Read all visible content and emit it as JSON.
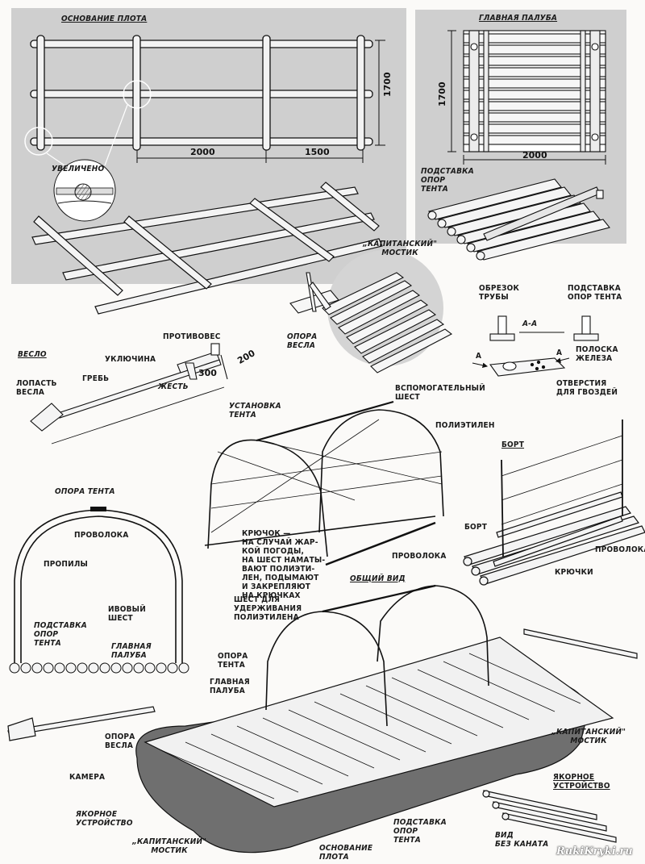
{
  "panels": {
    "base": {
      "title": "ОСНОВАНИЕ ПЛОТА",
      "dim_width": "1700",
      "dim_a": "2000",
      "dim_b": "1500",
      "zoom": "УВЕЛИЧЕНО"
    },
    "deck": {
      "title": "ГЛАВНАЯ ПАЛУБА",
      "dim_height": "1700",
      "dim_width": "2000",
      "support": "ПОДСТАВКА\nОПОР\nТЕНТА"
    },
    "bridge": {
      "title": "„КАПИТАНСКИЙ\"\nМОСТИК",
      "oar_support": "ОПОРА\nВЕСЛА"
    },
    "pipe": {
      "cut": "ОБРЕЗОК\nТРУБЫ",
      "section": "А-А",
      "support": "ПОДСТАВКА\nОПОР ТЕНТА",
      "strip": "ПОЛОСКА\nЖЕЛЕЗА",
      "holes": "ОТВЕРСТИЯ\nДЛЯ ГВОЗДЕЙ",
      "arrow_a": "А"
    },
    "oar": {
      "title": "ВЕСЛО",
      "counterweight": "ПРОТИВОВЕС",
      "oarlock": "УКЛЮЧИНА",
      "tin": "ЖЕСТЬ",
      "shaft": "ГРЕБЬ",
      "blade": "ЛОПАСТЬ\nВЕСЛА",
      "dim_300": "300",
      "dim_200": "200"
    },
    "tent": {
      "title": "УСТАНОВКА\nТЕНТА",
      "pole": "ВСПОМОГАТЕЛЬНЫЙ\nШЕСТ",
      "poly": "ПОЛИЭТИЛЕН",
      "hook": "КРЮЧОК —\nНА СЛУЧАЙ ЖАР-\nКОЙ ПОГОДЫ,\nНА ШЕСТ НАМАТЫ-\nВАЮТ ПОЛИЭТИ-\nЛЕН, ПОДЫМАЮТ\nИ ЗАКРЕПЛЯЮТ\nНА КРЮЧКАХ",
      "wire": "ПРОВОЛОКА"
    },
    "side": {
      "title": "БОРТ",
      "board": "БОРТ",
      "wire": "ПРОВОЛОКА",
      "hooks": "КРЮЧКИ"
    },
    "arch": {
      "title": "ОПОРА ТЕНТА",
      "wire": "ПРОВОЛОКА",
      "cuts": "ПРОПИЛЫ",
      "willow": "ИВОВЫЙ\nШЕСТ",
      "support": "ПОДСТАВКА\nОПОР\nТЕНТА",
      "deck": "ГЛАВНАЯ\nПАЛУБА"
    },
    "general": {
      "title": "ОБЩИЙ ВИД",
      "holder": "ШЕСТ ДЛЯ\nУДЕРЖИВАНИЯ\nПОЛИЭТИЛЕНА",
      "tent_support": "ОПОРА\nТЕНТА",
      "deck": "ГЛАВНАЯ\nПАЛУБА",
      "oar_support": "ОПОРА\nВЕСЛА",
      "chamber": "КАМЕРА",
      "anchor": "ЯКОРНОЕ\nУСТРОЙСТВО",
      "bridge": "„КАПИТАНСКИЙ\"\nМОСТИК",
      "base": "ОСНОВАНИЕ\nПЛОТА",
      "support": "ПОДСТАВКА\nОПОР\nТЕНТА",
      "bridge_right": "„КАПИТАНСКИЙ\"\nМОСТИК"
    },
    "anchor": {
      "title": "ЯКОРНОЕ\nУСТРОЙСТВО",
      "view": "ВИД\nБЕЗ КАНАТА"
    }
  },
  "watermark": "RukiKryki.ru"
}
